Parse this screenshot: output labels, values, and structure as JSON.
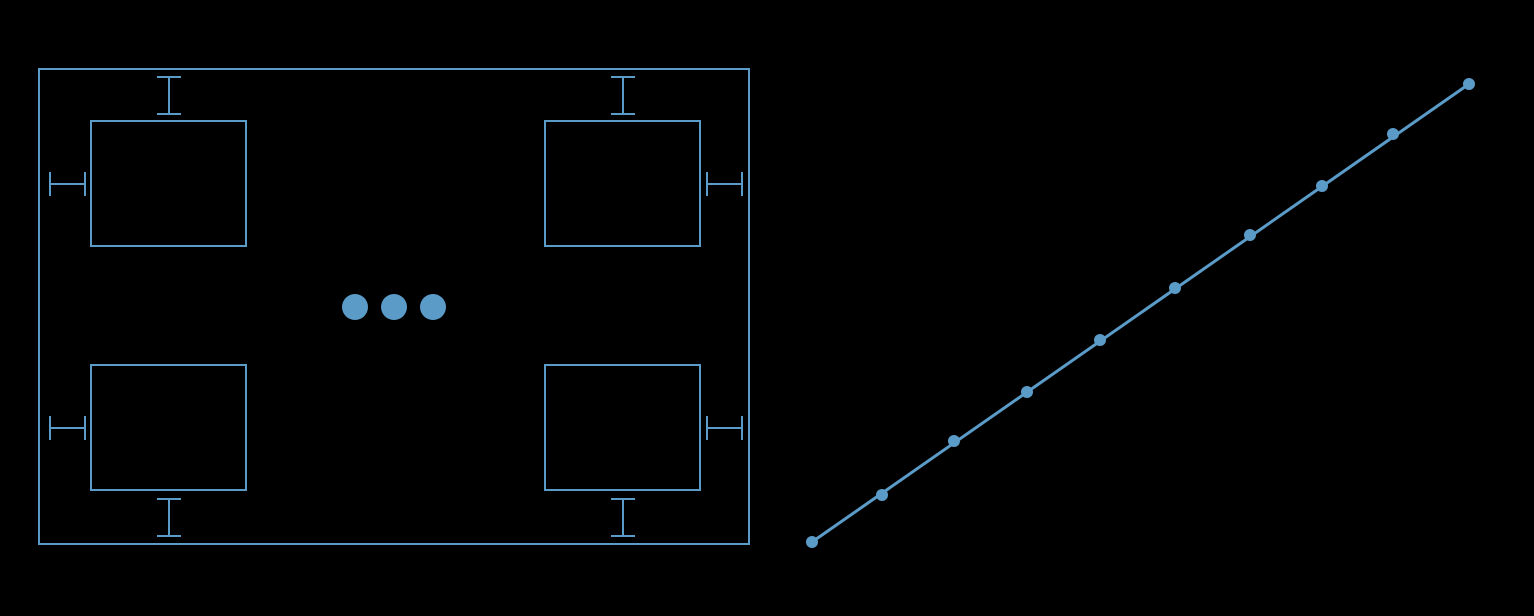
{
  "colors": {
    "background": "#000000",
    "stroke": "#5b9bc8",
    "dot": "#5b9bc8"
  },
  "left_panel": {
    "description_free": true,
    "boxes": [
      "top-left-box",
      "top-right-box",
      "bottom-left-box",
      "bottom-right-box"
    ],
    "ellipsis_dot_count": 3
  },
  "right_panel": {
    "point_count": 10
  }
}
